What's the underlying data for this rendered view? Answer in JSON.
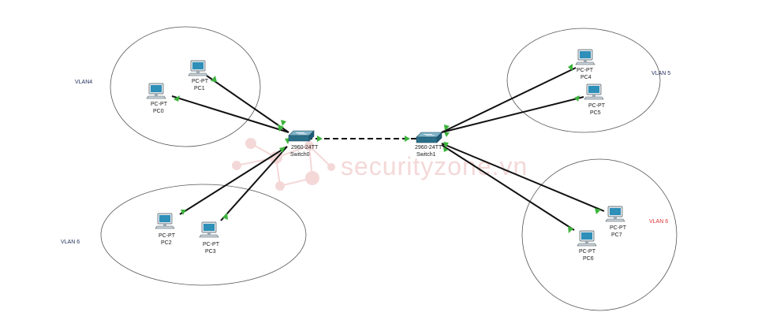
{
  "watermark": {
    "text": "securityzone.vn",
    "color": "#f3d4d4"
  },
  "colors": {
    "link": "#111111",
    "link_indicator": "#3cb43c",
    "pc_body": "#e8eef2",
    "pc_screen": "#2e8fb8",
    "switch": "#2a6f8a",
    "vlan_red": "#e03030",
    "vlan_navy": "#1f2a5a",
    "ellipse_stroke": "#555555"
  },
  "vlans": [
    {
      "id": "vlan-left-top",
      "label": "VLAN4",
      "color": "#1f2a5a"
    },
    {
      "id": "vlan-left-bottom",
      "label": "VLAN 6",
      "color": "#1f2a5a"
    },
    {
      "id": "vlan-right-top",
      "label": "VLAN 5",
      "color": "#1f2a5a"
    },
    {
      "id": "vlan-right-bottom",
      "label": "VLAN 6",
      "color": "#e03030"
    }
  ],
  "switches": [
    {
      "id": "switch0",
      "model": "2960-24TT",
      "name": "Switch0"
    },
    {
      "id": "switch1",
      "model": "2960-24TT",
      "name": "Switch1"
    }
  ],
  "pcs": [
    {
      "id": "pc0",
      "type": "PC-PT",
      "name": "PC0",
      "switch": "switch0"
    },
    {
      "id": "pc1",
      "type": "PC-PT",
      "name": "PC1",
      "switch": "switch0"
    },
    {
      "id": "pc2",
      "type": "PC-PT",
      "name": "PC2",
      "switch": "switch0"
    },
    {
      "id": "pc3",
      "type": "PC-PT",
      "name": "PC3",
      "switch": "switch0"
    },
    {
      "id": "pc4",
      "type": "PC-PT",
      "name": "PC4",
      "switch": "switch1"
    },
    {
      "id": "pc5",
      "type": "PC-PT",
      "name": "PC5",
      "switch": "switch1"
    },
    {
      "id": "pc6",
      "type": "PC-PT",
      "name": "PC6",
      "switch": "switch1"
    },
    {
      "id": "pc7",
      "type": "PC-PT",
      "name": "PC7",
      "switch": "switch1"
    }
  ],
  "trunk": {
    "from": "switch0",
    "to": "switch1",
    "style": "dashed"
  }
}
